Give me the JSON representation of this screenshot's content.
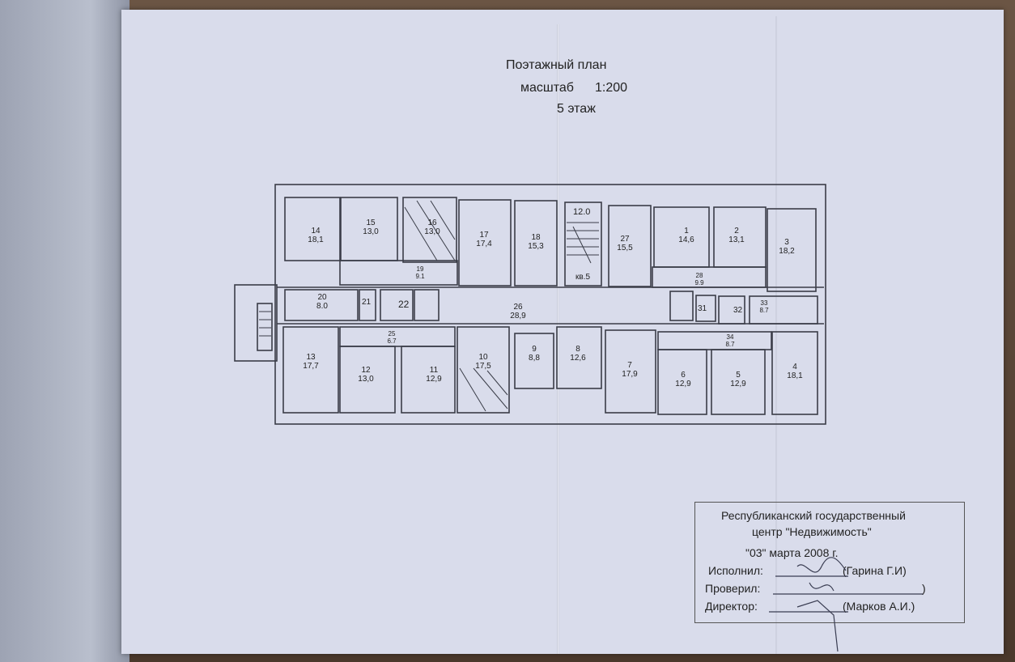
{
  "document": {
    "title": "Поэтажный план",
    "scale_label": "масштаб",
    "scale_value": "1:200",
    "floor": "5 этаж"
  },
  "rooms": [
    {
      "num": "14",
      "area": "18,1"
    },
    {
      "num": "15",
      "area": "13,0"
    },
    {
      "num": "16",
      "area": "13,0"
    },
    {
      "num": "17",
      "area": "17,4"
    },
    {
      "num": "18",
      "area": "15,3"
    },
    {
      "num": "12.0",
      "area": "кв.5"
    },
    {
      "num": "27",
      "area": "15,5"
    },
    {
      "num": "1",
      "area": "14,6"
    },
    {
      "num": "2",
      "area": "13,1"
    },
    {
      "num": "3",
      "area": "18,2"
    },
    {
      "num": "19",
      "area": "9.1"
    },
    {
      "num": "28",
      "area": "9.9"
    },
    {
      "num": "20",
      "area": "8.0"
    },
    {
      "num": "21",
      "area": ""
    },
    {
      "num": "22",
      "area": ""
    },
    {
      "num": "26",
      "area": "28,9"
    },
    {
      "num": "31",
      "area": ""
    },
    {
      "num": "32",
      "area": ""
    },
    {
      "num": "33",
      "area": "8.7"
    },
    {
      "num": "25",
      "area": "6.7"
    },
    {
      "num": "34",
      "area": "8.7"
    },
    {
      "num": "13",
      "area": "17,7"
    },
    {
      "num": "12",
      "area": "13,0"
    },
    {
      "num": "11",
      "area": "12,9"
    },
    {
      "num": "10",
      "area": "17,5"
    },
    {
      "num": "9",
      "area": "8,8"
    },
    {
      "num": "8",
      "area": "12,6"
    },
    {
      "num": "7",
      "area": "17,9"
    },
    {
      "num": "6",
      "area": "12,9"
    },
    {
      "num": "5",
      "area": "12,9"
    },
    {
      "num": "4",
      "area": "18,1"
    }
  ],
  "stamp": {
    "org_line1": "Республиканский государственный",
    "org_line2": "центр \"Недвижимость\"",
    "date": "\"03\" марта  2008 г.",
    "executed_label": "Исполнил:",
    "executed_name": "(Гарина Г.И)",
    "checked_label": "Проверил:",
    "checked_name": ")",
    "director_label": "Директор:",
    "director_name": "(Марков А.И.)"
  }
}
